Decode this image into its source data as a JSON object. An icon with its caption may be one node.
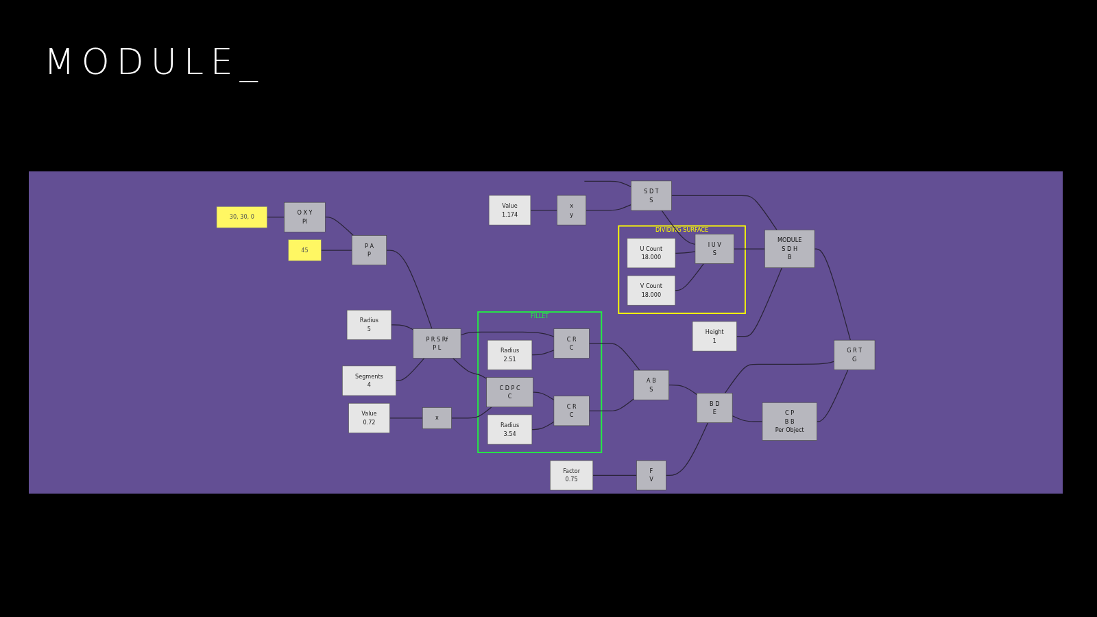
{
  "diagram": {
    "title": "MODULE_",
    "nodes": [
      {
        "text": [
          "Value",
          "1.174"
        ]
      },
      {
        "text": [
          "x",
          "y"
        ]
      },
      {
        "text": [
          "S D T",
          "S"
        ]
      },
      {
        "text": [
          "30, 30, 0"
        ]
      },
      {
        "text": [
          "O X Y",
          "Pl"
        ]
      },
      {
        "text": [
          "45"
        ]
      },
      {
        "text": [
          "P A",
          "P"
        ]
      },
      {
        "text": [
          "DIVIDING SURFACE"
        ]
      },
      {
        "text": [
          "U Count",
          "18.000"
        ],
        "in": 7
      },
      {
        "text": [
          "V Count",
          "18.000"
        ],
        "in": 7
      },
      {
        "text": [
          "I U V",
          "S"
        ],
        "in": 7
      },
      {
        "text": [
          "Height",
          "1"
        ]
      },
      {
        "text": [
          "MODULE",
          "S D H",
          "B"
        ]
      },
      {
        "text": [
          "Radius",
          "5"
        ]
      },
      {
        "text": [
          "Segments",
          "4"
        ]
      },
      {
        "text": [
          "P R S Rf",
          "P L"
        ]
      },
      {
        "text": [
          "Value",
          "0.72"
        ]
      },
      {
        "text": [
          "x"
        ]
      },
      {
        "text": [
          "FILLET"
        ]
      },
      {
        "text": [
          "Radius",
          "2.51"
        ],
        "in": 18
      },
      {
        "text": [
          "C R",
          "C"
        ],
        "in": 18
      },
      {
        "text": [
          "C D P C",
          "C"
        ],
        "in": 18
      },
      {
        "text": [
          "Radius",
          "3.54"
        ],
        "in": 18
      },
      {
        "text": [
          "C R",
          "C"
        ],
        "in": 18
      },
      {
        "text": [
          "A B",
          "S"
        ]
      },
      {
        "text": [
          "B D",
          "E"
        ]
      },
      {
        "text": [
          "Factor",
          "0.75"
        ]
      },
      {
        "text": [
          "F",
          "V"
        ]
      },
      {
        "text": [
          "C P",
          "B B",
          "Per Object"
        ]
      },
      {
        "text": [
          "G R T",
          "G"
        ]
      }
    ],
    "edges": [
      {
        "from": null,
        "to": 2,
        "arrow": "none"
      },
      {
        "from": 0,
        "to": 1,
        "arrow": "none"
      },
      {
        "from": 1,
        "to": 2,
        "arrow": "none"
      },
      {
        "from": 2,
        "to": 10,
        "arrow": "none"
      },
      {
        "from": 2,
        "to": 12,
        "arrow": "none"
      },
      {
        "from": 8,
        "to": 10,
        "arrow": "none"
      },
      {
        "from": 9,
        "to": 10,
        "arrow": "none"
      },
      {
        "from": 10,
        "to": 12,
        "arrow": "none"
      },
      {
        "from": 11,
        "to": 12,
        "arrow": "none"
      },
      {
        "from": 12,
        "to": 29,
        "arrow": "none"
      },
      {
        "from": 3,
        "to": 4,
        "arrow": "none"
      },
      {
        "from": 4,
        "to": 6,
        "arrow": "none"
      },
      {
        "from": 5,
        "to": 6,
        "arrow": "none"
      },
      {
        "from": 6,
        "to": 15,
        "arrow": "none"
      },
      {
        "from": 13,
        "to": 15,
        "arrow": "none"
      },
      {
        "from": 14,
        "to": 15,
        "arrow": "none"
      },
      {
        "from": 15,
        "to": 20,
        "arrow": "none"
      },
      {
        "from": 15,
        "to": 21,
        "arrow": "none"
      },
      {
        "from": 19,
        "to": 20,
        "arrow": "none"
      },
      {
        "from": 16,
        "to": 17,
        "arrow": "none"
      },
      {
        "from": 17,
        "to": 21,
        "arrow": "none"
      },
      {
        "from": 21,
        "to": 23,
        "arrow": "none"
      },
      {
        "from": 22,
        "to": 23,
        "arrow": "none"
      },
      {
        "from": 20,
        "to": 24,
        "arrow": "none"
      },
      {
        "from": 23,
        "to": 24,
        "arrow": "none"
      },
      {
        "from": 24,
        "to": 25,
        "arrow": "none"
      },
      {
        "from": 26,
        "to": 27,
        "arrow": "none"
      },
      {
        "from": 27,
        "to": 25,
        "arrow": "none"
      },
      {
        "from": 25,
        "to": 28,
        "arrow": "none"
      },
      {
        "from": 25,
        "to": 29,
        "arrow": "none"
      },
      {
        "from": 28,
        "to": 29,
        "arrow": "none"
      }
    ]
  }
}
